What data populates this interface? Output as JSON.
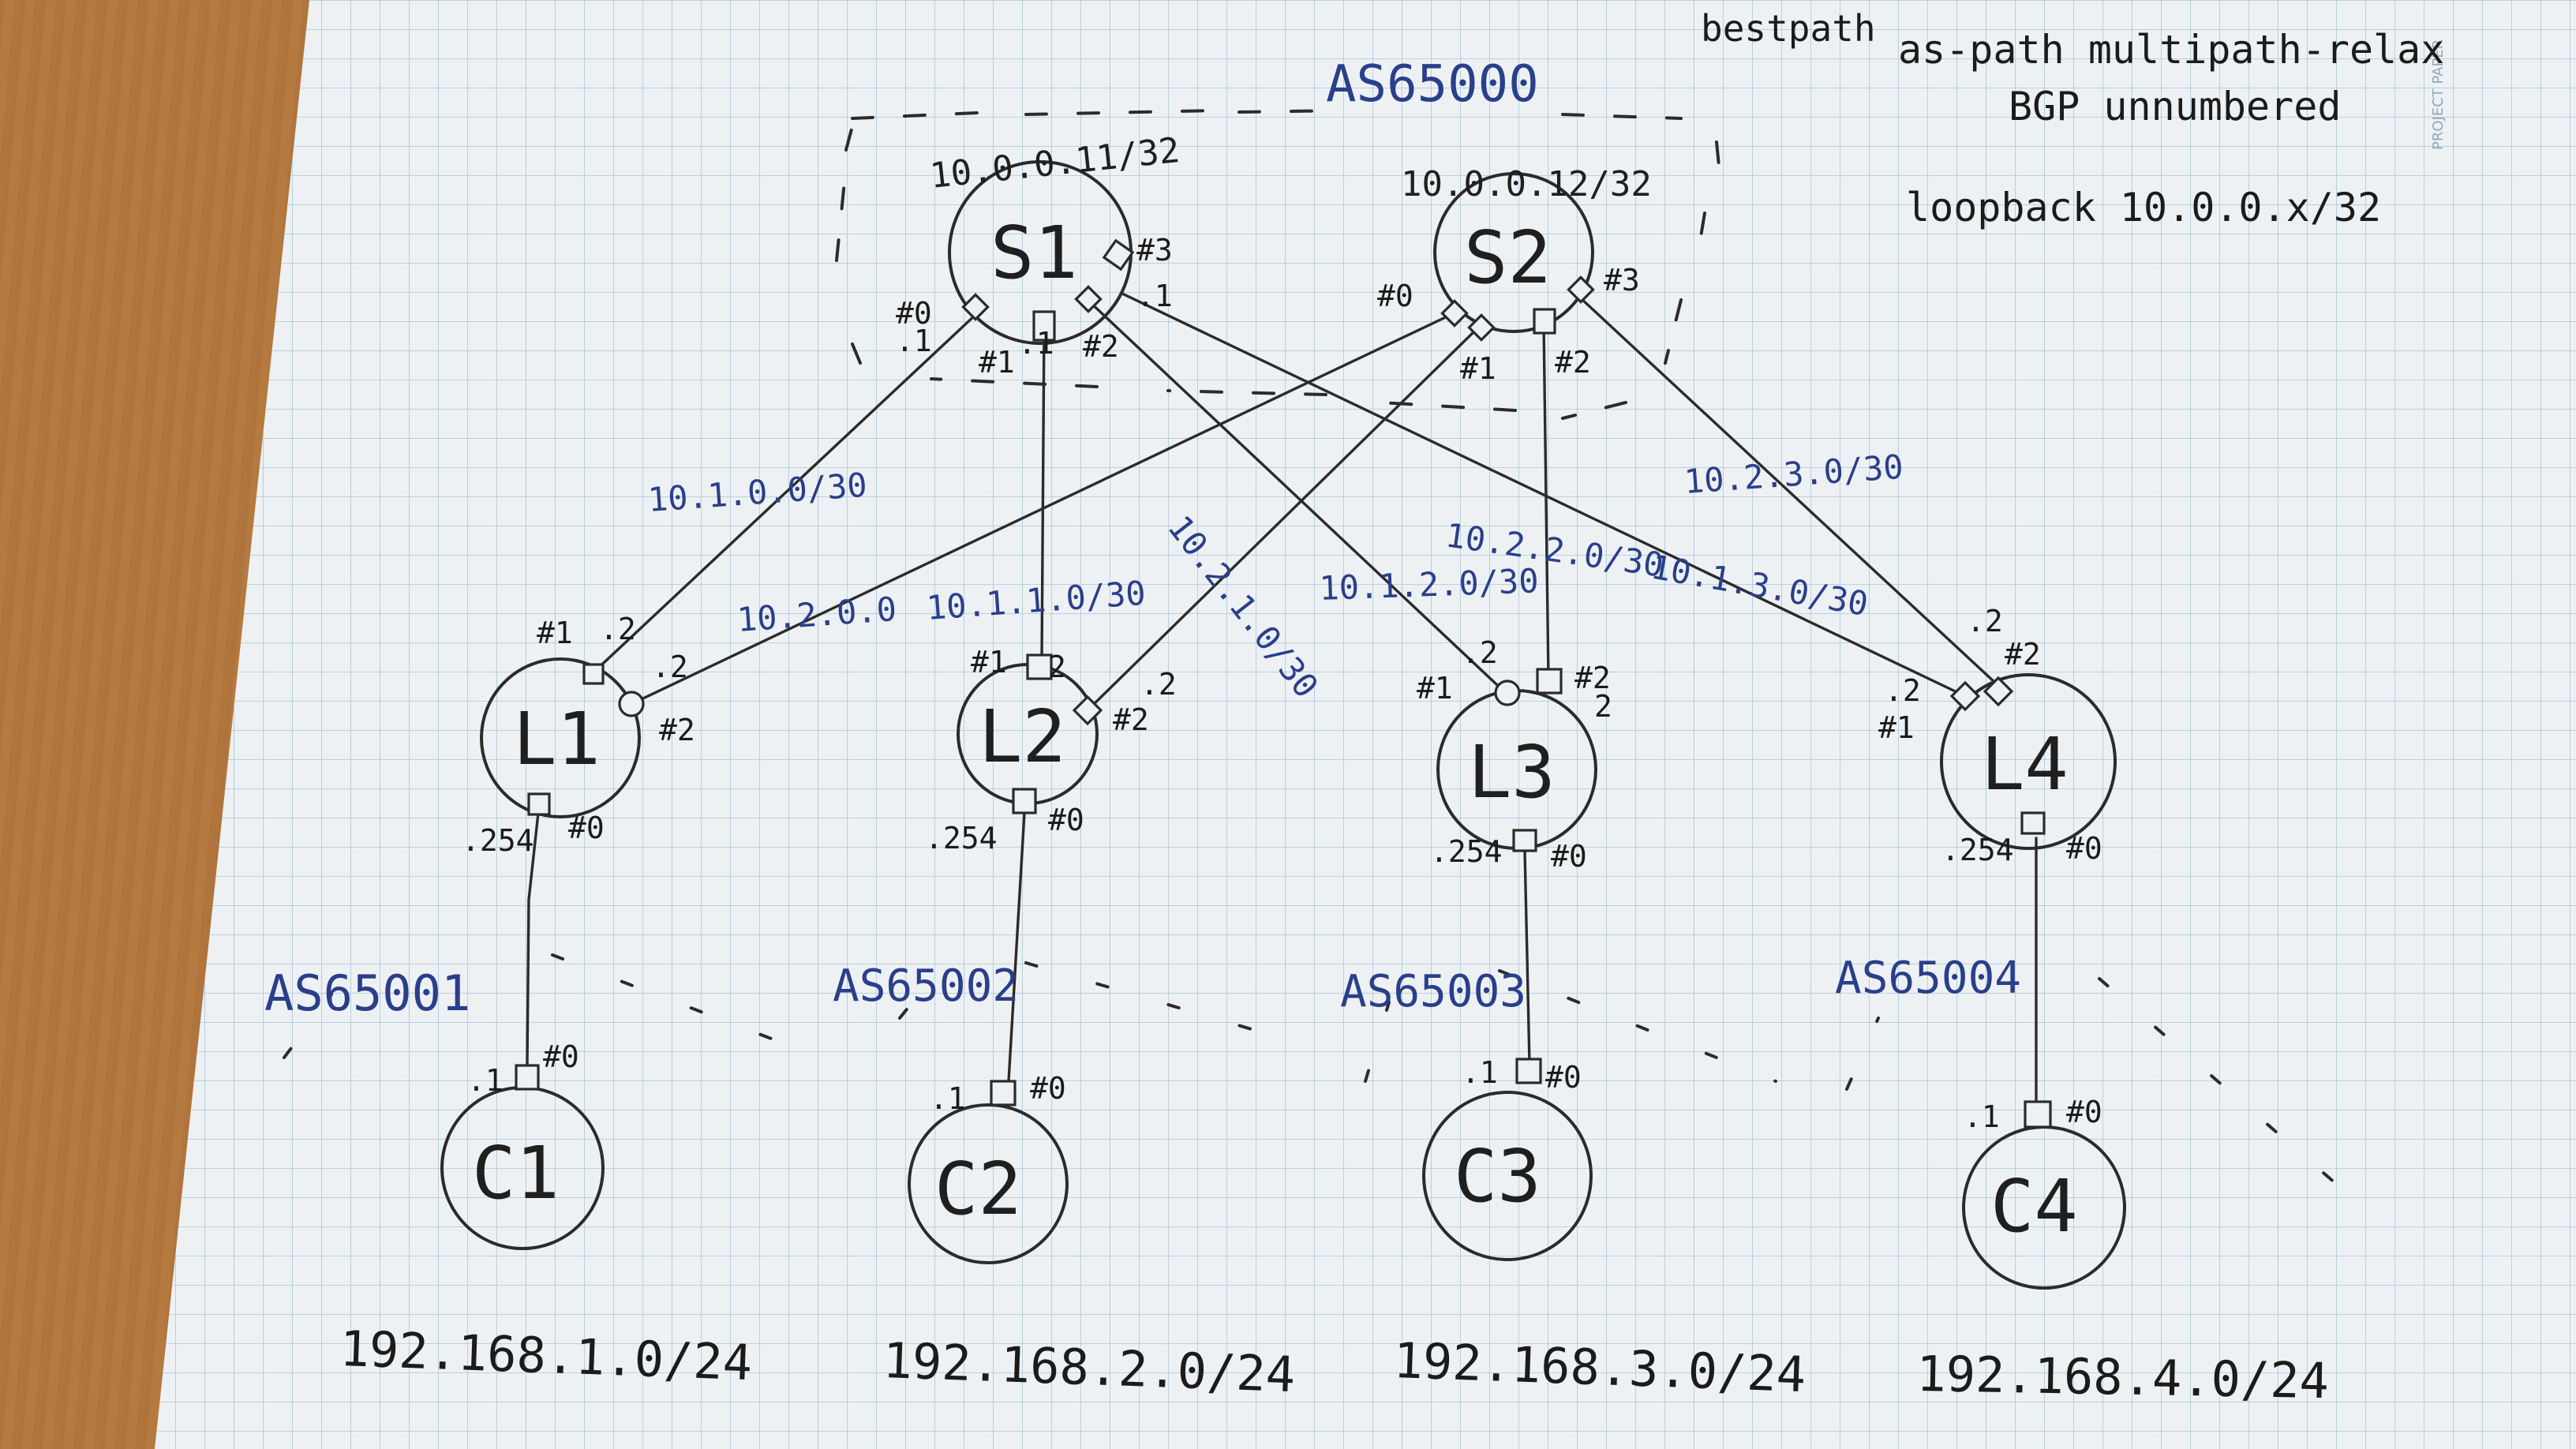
{
  "header_notes": {
    "bestpath": "bestpath",
    "multipath": "as-path multipath-relax",
    "unnumbered": "BGP unnumbered",
    "loopback": "loopback 10.0.0.x/32",
    "brand": "PROJECT PAPER"
  },
  "spine_as": "AS65000",
  "spines": [
    {
      "id": "S1",
      "label": "S1",
      "loopback": "10.0.0.11/32"
    },
    {
      "id": "S2",
      "label": "S2",
      "loopback": "10.0.0.12/32"
    }
  ],
  "leaves": [
    {
      "id": "L1",
      "label": "L1",
      "as": "AS65001"
    },
    {
      "id": "L2",
      "label": "L2",
      "as": "AS65002"
    },
    {
      "id": "L3",
      "label": "L3",
      "as": "AS65003"
    },
    {
      "id": "L4",
      "label": "L4",
      "as": "AS65004"
    }
  ],
  "clients": [
    {
      "id": "C1",
      "label": "C1",
      "subnet": "192.168.1.0/24"
    },
    {
      "id": "C2",
      "label": "C2",
      "subnet": "192.168.2.0/24"
    },
    {
      "id": "C3",
      "label": "C3",
      "subnet": "192.168.3.0/24"
    },
    {
      "id": "C4",
      "label": "C4",
      "subnet": "192.168.4.0/24"
    }
  ],
  "links": [
    {
      "from": "S1",
      "to": "L1",
      "subnet": "10.1.0.0/30"
    },
    {
      "from": "S2",
      "to": "L1",
      "subnet": "10.2.0.0"
    },
    {
      "from": "S1",
      "to": "L2",
      "subnet": "10.1.1.0/30"
    },
    {
      "from": "S2",
      "to": "L2",
      "subnet": "10.2.1.0/30"
    },
    {
      "from": "S1",
      "to": "L3",
      "subnet": "10.1.2.0/30"
    },
    {
      "from": "S2",
      "to": "L3",
      "subnet": "10.2.2.0/30"
    },
    {
      "from": "S1",
      "to": "L4",
      "subnet": "10.1.3.0/30"
    },
    {
      "from": "S2",
      "to": "L4",
      "subnet": "10.2.3.0/30"
    },
    {
      "from": "L1",
      "to": "C1",
      "subnet": ""
    },
    {
      "from": "L2",
      "to": "C2",
      "subnet": ""
    },
    {
      "from": "L3",
      "to": "C3",
      "subnet": ""
    },
    {
      "from": "L4",
      "to": "C4",
      "subnet": ""
    }
  ],
  "port_labels": {
    "s1_p0": "#0",
    "s1_p0_ip": ".1",
    "s1_p1": "#1",
    "s1_p1_ip": ".1",
    "s1_p2": "#2",
    "s1_p2_ip": ".1",
    "s1_p3": "#3",
    "s1_p3_ip": ".1",
    "s2_p0": "#0",
    "s2_p1": "#1",
    "s2_p2": "#2",
    "s2_p3": "#3",
    "l1_p1": "#1",
    "l1_p1_ip": ".2",
    "l1_p2": "#2",
    "l1_p2_ip": ".2",
    "l1_p0": "#0",
    "l1_p0_ip": ".254",
    "l2_p1": "#1",
    "l2_p2_left": "2",
    "l2_p2": "#2",
    "l2_p2_ip": ".2",
    "l2_p0": "#0",
    "l2_p0_ip": ".254",
    "l3_p1": "#1",
    "l3_p1_ip": ".2",
    "l3_p2": "#2",
    "l3_p2_ip": "2",
    "l3_p0": "#0",
    "l3_p0_ip": ".254",
    "l4_p1": "#1",
    "l4_p1_ip": ".2",
    "l4_p2": "#2",
    "l4_p2_ip": ".2",
    "l4_p0": "#0",
    "l4_p0_ip": ".254",
    "c1_p0": "#0",
    "c1_p0_ip": ".1",
    "c2_p0": "#0",
    "c2_p0_ip": ".1",
    "c3_p0": "#0",
    "c3_p0_ip": ".1",
    "c4_p0": "#0",
    "c4_p0_ip": ".1"
  },
  "colors": {
    "paper": "#eef1f3",
    "grid": "#a9c7d8",
    "pencil": "#3a3a3a",
    "blue_ink": "#2a3f8a",
    "black_ink": "#1b1b1b",
    "desk": "#b4793f"
  }
}
